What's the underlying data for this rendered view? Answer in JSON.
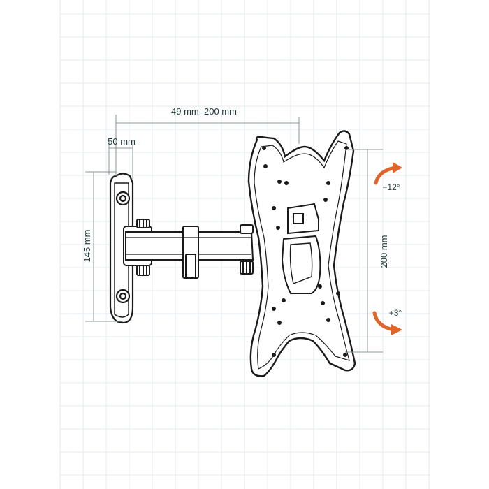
{
  "dimensions": {
    "arm_extension": "49 mm–200 mm",
    "wall_plate_depth": "50 mm",
    "wall_plate_height": "145 mm",
    "vesa_height": "200 mm"
  },
  "tilt": {
    "up": "−12°",
    "down": "+3°"
  },
  "colors": {
    "line": "#1a1a1a",
    "dimension_line": "#8a9a9a",
    "text": "#1f3b3a",
    "arrow": "#e1642a",
    "grid": "#e6ebf2"
  }
}
